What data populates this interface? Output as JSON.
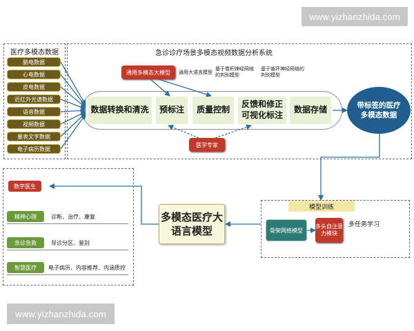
{
  "watermark_top": "www.yizhanzhida.com",
  "watermark_bottom": "www.yizhanzhida.com",
  "sources": {
    "title": "医疗多模态数据",
    "items": [
      "脑电数据",
      "心电数据",
      "皮电数据",
      "近红外光谱数据",
      "语音数据",
      "视频数据",
      "量表文字数据",
      "电子病历数据"
    ]
  },
  "system": {
    "title": "急诊诊疗场景多模态视频数据分析系统",
    "model_box": "通用多模态大模型",
    "model_labels": [
      "通用大语言模型",
      "基于卷积神经网络的判别模型",
      "基于循环神经网络的判别模型"
    ],
    "steps": [
      "数据转换和清洗",
      "预标注",
      "质量控制",
      "反馈和修正可视化标注",
      "数据存储"
    ],
    "expert": "医学专家"
  },
  "output": {
    "label": "带标签的医疗多模态数据"
  },
  "training": {
    "title": "模型训练",
    "backbone": "骨架网络模型",
    "attention": "多头自注意力模块",
    "multitask": "多任务学习"
  },
  "big_model": {
    "label": "多模态医疗大语言模型"
  },
  "apps": {
    "top": "数字医生",
    "items": [
      {
        "label": "精神心理",
        "desc": "诊断、治疗、康复",
        "color": "#6b9a3c"
      },
      {
        "label": "急诊急救",
        "desc": "导诊分区、鉴别",
        "color": "#6b9a3c"
      },
      {
        "label": "智慧医疗",
        "desc": "电子病历、内容推荐、内涵质控",
        "color": "#6b9a3c"
      }
    ]
  },
  "colors": {
    "arrow": "#2d6f9e",
    "source": "#6b5a1c",
    "red": "#c0392b",
    "circle": "#1f5e8e",
    "teal": "#2d7b74"
  }
}
